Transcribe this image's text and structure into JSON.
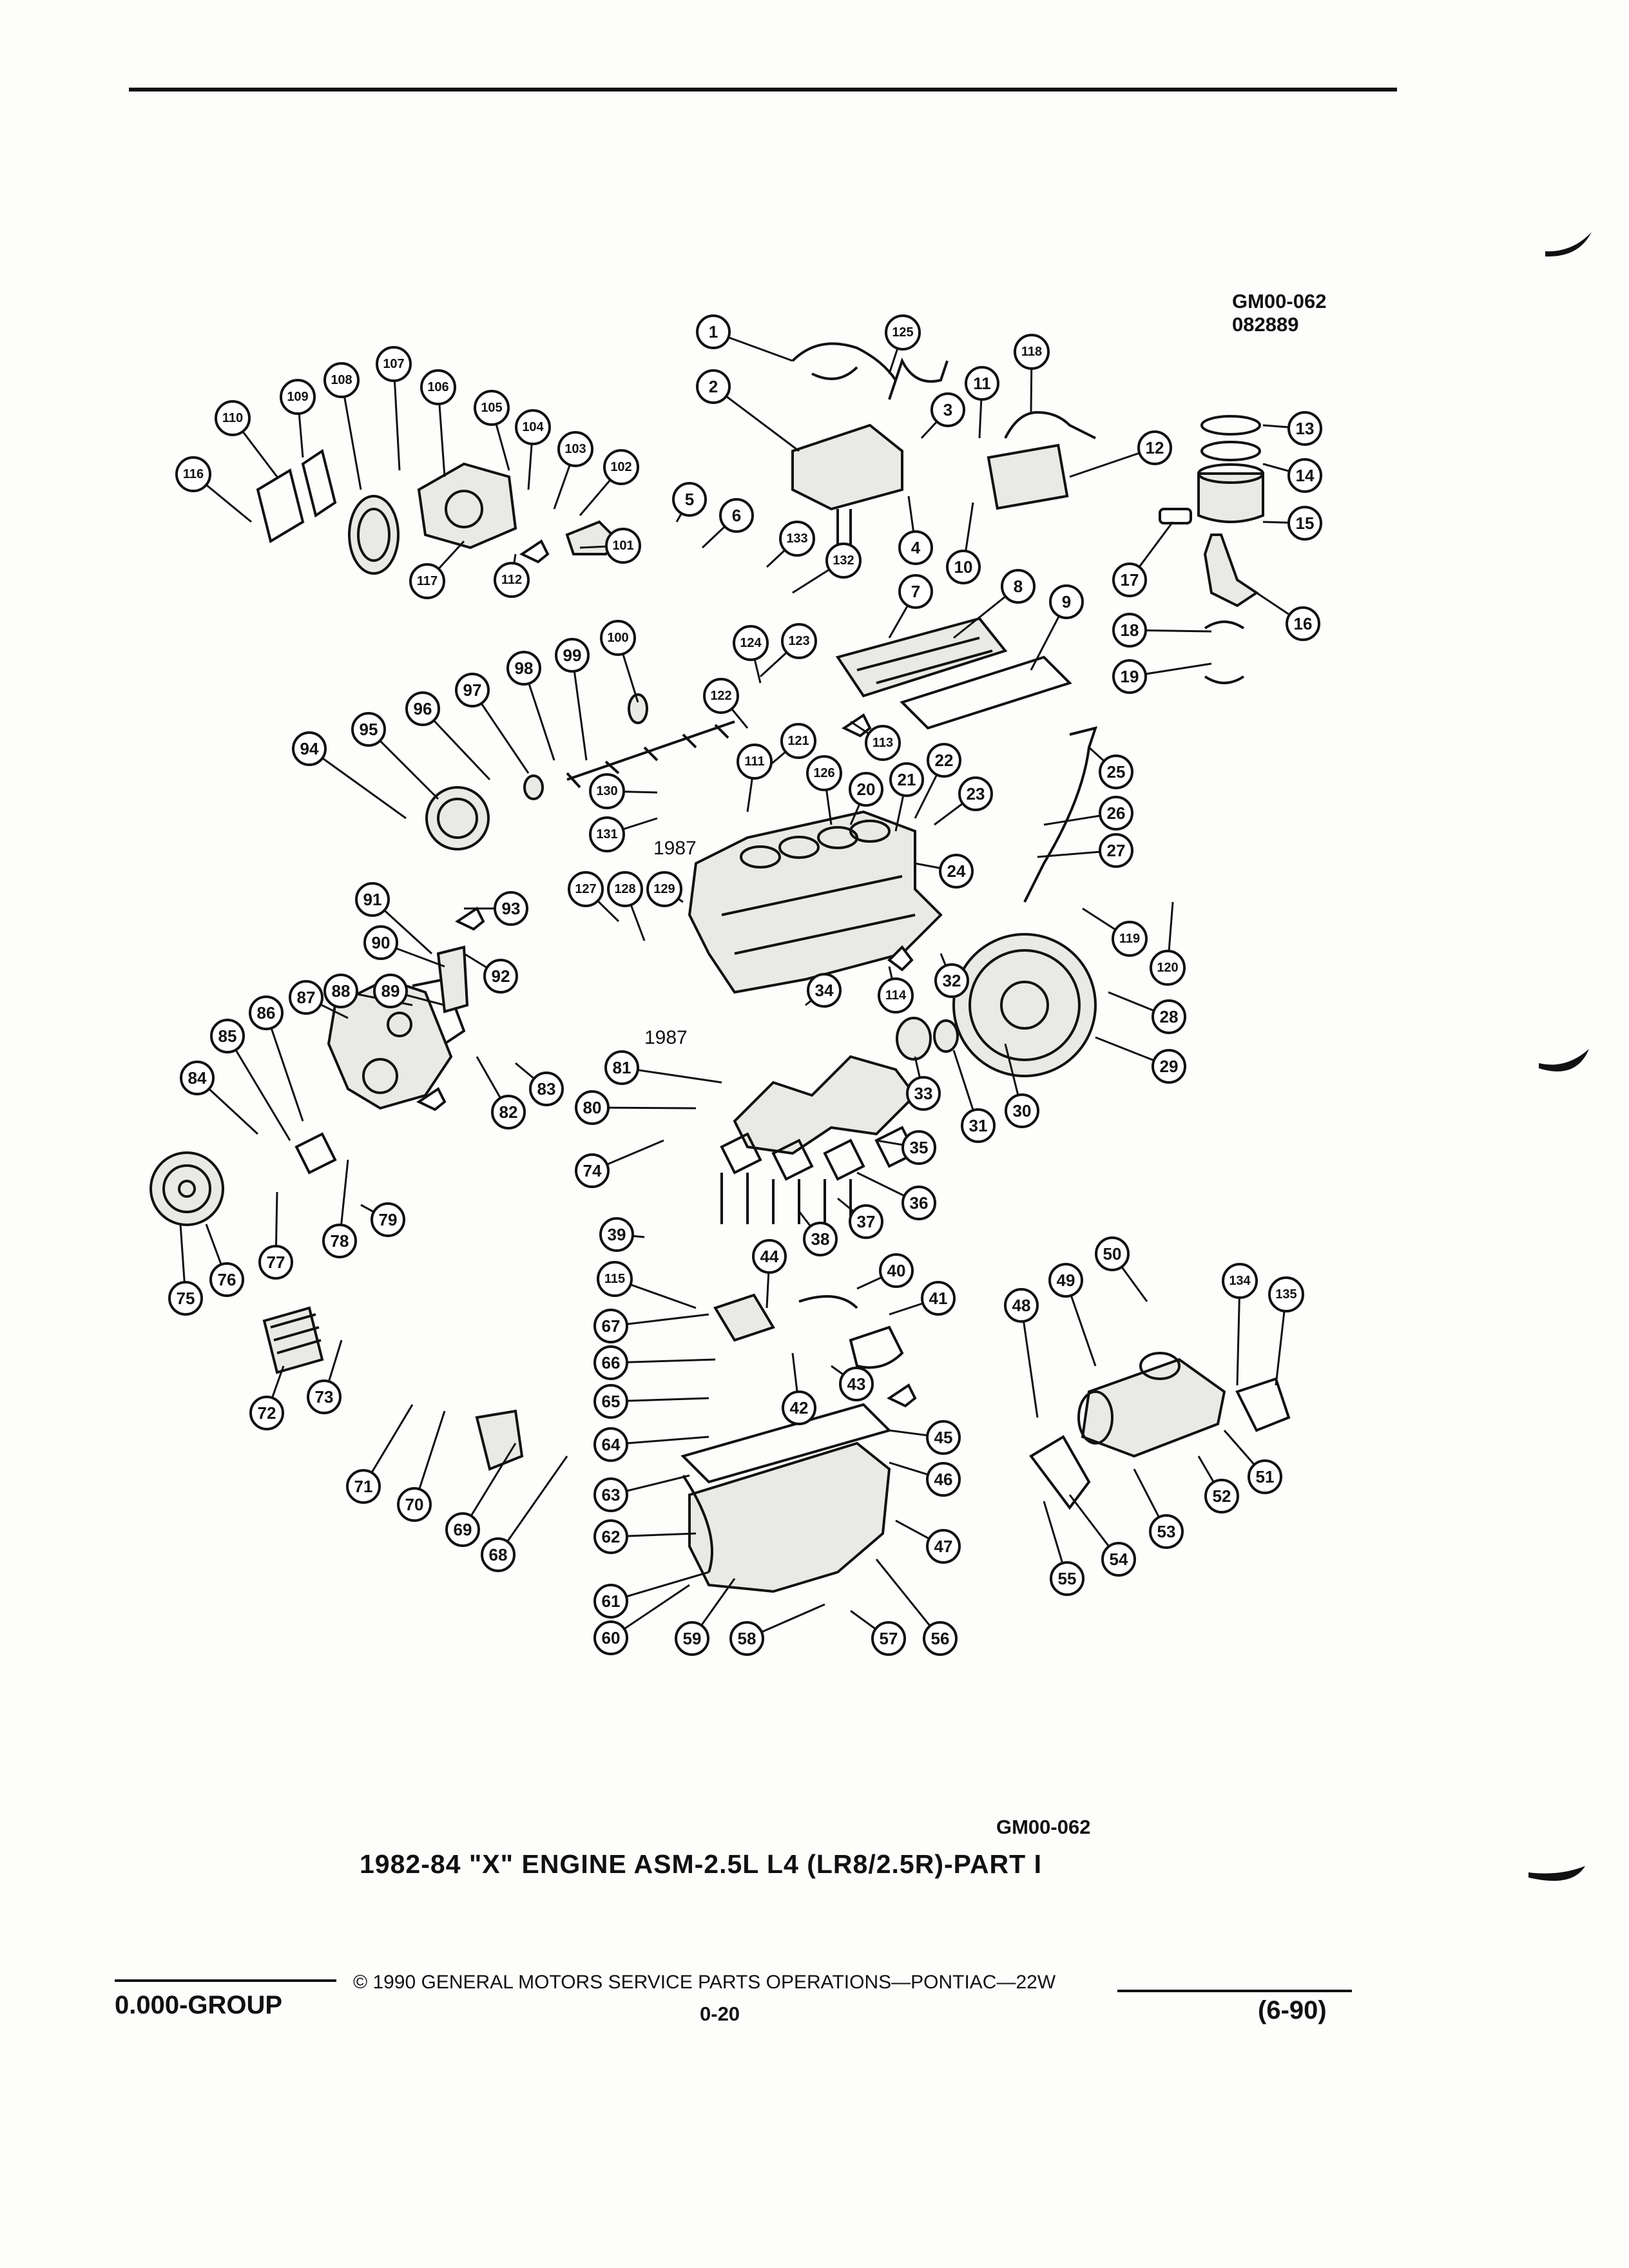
{
  "header": {
    "code_top": "GM00-062",
    "date_code": "082889"
  },
  "caption": {
    "code": "GM00-062",
    "title": "1982-84 \"X\" ENGINE ASM-2.5L L4 (LR8/2.5R)-PART I"
  },
  "footer": {
    "copyright": "© 1990 GENERAL MOTORS SERVICE PARTS OPERATIONS—PONTIAC—22W",
    "group": "0.000-GROUP",
    "page": "0-20",
    "revision": "(6-90)"
  },
  "year_labels": [
    "1987",
    "1987"
  ],
  "callouts": [
    "1",
    "2",
    "3",
    "4",
    "5",
    "6",
    "7",
    "8",
    "9",
    "10",
    "11",
    "12",
    "13",
    "14",
    "15",
    "16",
    "17",
    "18",
    "19",
    "20",
    "21",
    "22",
    "23",
    "24",
    "25",
    "26",
    "27",
    "28",
    "29",
    "30",
    "31",
    "32",
    "33",
    "34",
    "35",
    "36",
    "37",
    "38",
    "39",
    "40",
    "41",
    "42",
    "43",
    "44",
    "45",
    "46",
    "47",
    "48",
    "49",
    "50",
    "51",
    "52",
    "53",
    "54",
    "55",
    "56",
    "57",
    "58",
    "59",
    "60",
    "61",
    "62",
    "63",
    "64",
    "65",
    "66",
    "67",
    "68",
    "69",
    "70",
    "71",
    "72",
    "73",
    "74",
    "75",
    "76",
    "77",
    "78",
    "79",
    "80",
    "81",
    "82",
    "83",
    "84",
    "85",
    "86",
    "87",
    "88",
    "89",
    "90",
    "91",
    "92",
    "93",
    "94",
    "95",
    "96",
    "97",
    "98",
    "99",
    "100",
    "101",
    "102",
    "103",
    "104",
    "105",
    "106",
    "107",
    "108",
    "109",
    "110",
    "111",
    "112",
    "113",
    "114",
    "115",
    "116",
    "117",
    "118",
    "119",
    "120",
    "121",
    "122",
    "123",
    "124",
    "125",
    "126",
    "127",
    "128",
    "129",
    "130",
    "131",
    "132",
    "133",
    "134",
    "135"
  ]
}
